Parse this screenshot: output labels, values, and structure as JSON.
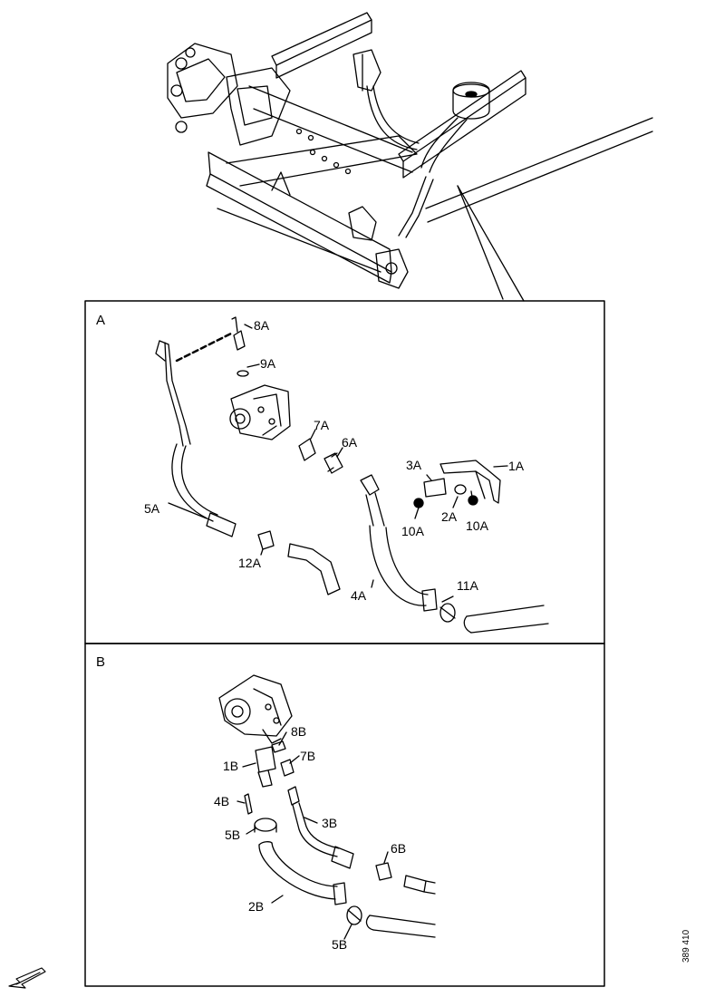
{
  "panels": {
    "A": {
      "title": "A",
      "labels": {
        "l1A": "1A",
        "l2A": "2A",
        "l3A": "3A",
        "l4A": "4A",
        "l5A": "5A",
        "l6A": "6A",
        "l7A": "7A",
        "l8A": "8A",
        "l9A": "9A",
        "l10A_left": "10A",
        "l10A_right": "10A",
        "l11A": "11A",
        "l12A": "12A"
      }
    },
    "B": {
      "title": "B",
      "labels": {
        "l1B": "1B",
        "l2B": "2B",
        "l3B": "3B",
        "l4B": "4B",
        "l5B_top": "5B",
        "l5B_bottom": "5B",
        "l6B": "6B",
        "l7B": "7B",
        "l8B": "8B"
      }
    }
  },
  "reference_number": "389 410",
  "colors": {
    "line": "#000000",
    "background": "#ffffff"
  },
  "icons": {
    "direction": "arrow-icon"
  }
}
